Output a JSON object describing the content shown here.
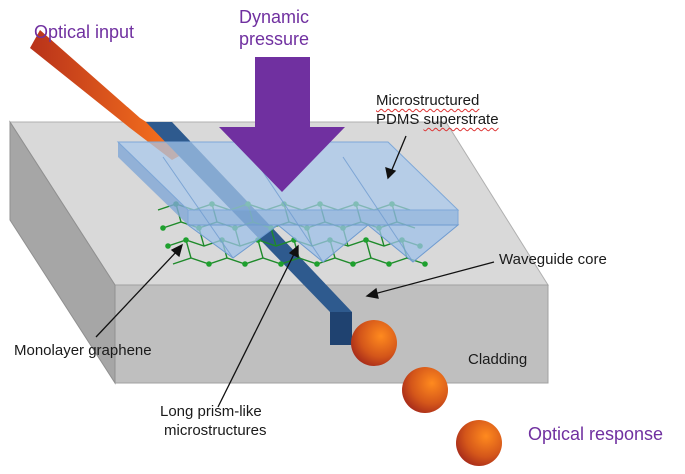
{
  "labels": {
    "optical_input": "Optical input",
    "dynamic_pressure_line1": "Dynamic",
    "dynamic_pressure_line2": "pressure",
    "superstrate_word1": "Microstructured",
    "superstrate_word2": "PDMS",
    "superstrate_word3": "superstrate",
    "waveguide_core": "Waveguide core",
    "monolayer_graphene": "Monolayer graphene",
    "cladding": "Cladding",
    "prism_line1": "Long prism-like",
    "prism_line2": "microstructures",
    "optical_response": "Optical response"
  },
  "colors": {
    "label_accent": "#7030a0",
    "pressure_arrow": "#7030a0",
    "substrate_top": "#d9d9d9",
    "substrate_front": "#bfbfbf",
    "substrate_side": "#a6a6a6",
    "waveguide_core": "#2e5a8e",
    "superstrate": "#a8c8ec",
    "graphene": "#1e8a2a",
    "light_beam": "#e8661e"
  }
}
